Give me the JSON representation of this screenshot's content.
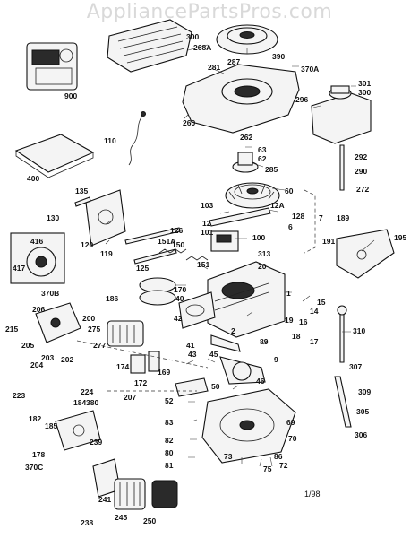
{
  "watermark": "AppliancePartsPros.com",
  "date_code": "1/98",
  "parts": [
    {
      "id": "p300",
      "label": "300"
    },
    {
      "id": "p268a",
      "label": "268A"
    },
    {
      "id": "p287",
      "label": "287"
    },
    {
      "id": "p390",
      "label": "390"
    },
    {
      "id": "p281",
      "label": "281"
    },
    {
      "id": "p370a",
      "label": "370A"
    },
    {
      "id": "p301",
      "label": "301"
    },
    {
      "id": "p300b",
      "label": "300"
    },
    {
      "id": "p296",
      "label": "296"
    },
    {
      "id": "p900",
      "label": "900"
    },
    {
      "id": "p260",
      "label": "260"
    },
    {
      "id": "p262",
      "label": "262"
    },
    {
      "id": "p110",
      "label": "110"
    },
    {
      "id": "p63",
      "label": "63"
    },
    {
      "id": "p62",
      "label": "62"
    },
    {
      "id": "p285",
      "label": "285"
    },
    {
      "id": "p292",
      "label": "292"
    },
    {
      "id": "p290",
      "label": "290"
    },
    {
      "id": "p400",
      "label": "400"
    },
    {
      "id": "p272",
      "label": "272"
    },
    {
      "id": "p135",
      "label": "135"
    },
    {
      "id": "p60",
      "label": "60"
    },
    {
      "id": "p103",
      "label": "103"
    },
    {
      "id": "p12a",
      "label": "12A"
    },
    {
      "id": "p130",
      "label": "130"
    },
    {
      "id": "p7",
      "label": "7"
    },
    {
      "id": "p12",
      "label": "12"
    },
    {
      "id": "p128",
      "label": "128"
    },
    {
      "id": "p189",
      "label": "189"
    },
    {
      "id": "p126",
      "label": "126"
    },
    {
      "id": "p101",
      "label": "101"
    },
    {
      "id": "p6",
      "label": "6"
    },
    {
      "id": "p120",
      "label": "120"
    },
    {
      "id": "p119",
      "label": "119"
    },
    {
      "id": "p151a",
      "label": "151A"
    },
    {
      "id": "p100",
      "label": "100"
    },
    {
      "id": "p195",
      "label": "195"
    },
    {
      "id": "p191",
      "label": "191"
    },
    {
      "id": "p416",
      "label": "416"
    },
    {
      "id": "p150",
      "label": "150"
    },
    {
      "id": "p313",
      "label": "313"
    },
    {
      "id": "p417",
      "label": "417"
    },
    {
      "id": "p125",
      "label": "125"
    },
    {
      "id": "p151",
      "label": "151"
    },
    {
      "id": "p20",
      "label": "20"
    },
    {
      "id": "p370b",
      "label": "370B"
    },
    {
      "id": "p186",
      "label": "186"
    },
    {
      "id": "p170",
      "label": "170"
    },
    {
      "id": "p40",
      "label": "40"
    },
    {
      "id": "p1",
      "label": "1"
    },
    {
      "id": "p15",
      "label": "15"
    },
    {
      "id": "p206",
      "label": "206"
    },
    {
      "id": "p14",
      "label": "14"
    },
    {
      "id": "p200",
      "label": "200"
    },
    {
      "id": "p42",
      "label": "42"
    },
    {
      "id": "p19",
      "label": "19"
    },
    {
      "id": "p16",
      "label": "16"
    },
    {
      "id": "p215",
      "label": "215"
    },
    {
      "id": "p275",
      "label": "275"
    },
    {
      "id": "p2",
      "label": "2"
    },
    {
      "id": "p310",
      "label": "310"
    },
    {
      "id": "p205",
      "label": "205"
    },
    {
      "id": "p89",
      "label": "89"
    },
    {
      "id": "p18",
      "label": "18"
    },
    {
      "id": "p17",
      "label": "17"
    },
    {
      "id": "p41",
      "label": "41"
    },
    {
      "id": "p277",
      "label": "277"
    },
    {
      "id": "p204",
      "label": "204"
    },
    {
      "id": "p203",
      "label": "203"
    },
    {
      "id": "p202",
      "label": "202"
    },
    {
      "id": "p43",
      "label": "43"
    },
    {
      "id": "p45",
      "label": "45"
    },
    {
      "id": "p9",
      "label": "9"
    },
    {
      "id": "p174",
      "label": "174"
    },
    {
      "id": "p172",
      "label": "172"
    },
    {
      "id": "p169",
      "label": "169"
    },
    {
      "id": "p307",
      "label": "307"
    },
    {
      "id": "p50",
      "label": "50"
    },
    {
      "id": "p46",
      "label": "46"
    },
    {
      "id": "p207",
      "label": "207"
    },
    {
      "id": "p223",
      "label": "223"
    },
    {
      "id": "p224",
      "label": "224"
    },
    {
      "id": "p184",
      "label": "184"
    },
    {
      "id": "p380",
      "label": "380"
    },
    {
      "id": "p52",
      "label": "52"
    },
    {
      "id": "p309",
      "label": "309"
    },
    {
      "id": "p182",
      "label": "182"
    },
    {
      "id": "p185",
      "label": "185"
    },
    {
      "id": "p305",
      "label": "305"
    },
    {
      "id": "p69",
      "label": "69"
    },
    {
      "id": "p83",
      "label": "83"
    },
    {
      "id": "p239",
      "label": "239"
    },
    {
      "id": "p70",
      "label": "70"
    },
    {
      "id": "p178",
      "label": "178"
    },
    {
      "id": "p82",
      "label": "82"
    },
    {
      "id": "p306",
      "label": "306"
    },
    {
      "id": "p80",
      "label": "80"
    },
    {
      "id": "p370c",
      "label": "370C"
    },
    {
      "id": "p81",
      "label": "81"
    },
    {
      "id": "p73",
      "label": "73"
    },
    {
      "id": "p86",
      "label": "86"
    },
    {
      "id": "p75",
      "label": "75"
    },
    {
      "id": "p72",
      "label": "72"
    },
    {
      "id": "p241",
      "label": "241"
    },
    {
      "id": "p238",
      "label": "238"
    },
    {
      "id": "p245",
      "label": "245"
    },
    {
      "id": "p250",
      "label": "250"
    }
  ],
  "part_labels": {
    "p300": "300",
    "p268a": "268A",
    "p287": "287",
    "p390": "390",
    "p281": "281",
    "p370a": "370A",
    "p301": "301",
    "p300b": "300",
    "p296": "296",
    "p900": "900",
    "p260": "260",
    "p262": "262",
    "p110": "110",
    "p63": "63",
    "p62": "62",
    "p285": "285",
    "p292": "292",
    "p290": "290",
    "p400": "400",
    "p272": "272",
    "p135": "135",
    "p60": "60",
    "p103": "103",
    "p12a": "12A",
    "p130": "130",
    "p7": "7",
    "p12": "12",
    "p128": "128",
    "p189": "189",
    "p126": "126",
    "p101": "101",
    "p6": "6",
    "p120": "120",
    "p119": "119",
    "p151a": "151A",
    "p100": "100",
    "p195": "195",
    "p191": "191",
    "p416": "416",
    "p150": "150",
    "p313": "313",
    "p417": "417",
    "p125": "125",
    "p151": "151",
    "p20": "20",
    "p370b": "370B",
    "p186": "186",
    "p170": "170",
    "p40": "40",
    "p1": "1",
    "p15": "15",
    "p206": "206",
    "p14": "14",
    "p200": "200",
    "p42": "42",
    "p19": "19",
    "p16": "16",
    "p215": "215",
    "p275": "275",
    "p2": "2",
    "p310": "310",
    "p205": "205",
    "p89": "89",
    "p18": "18",
    "p17": "17",
    "p41": "41",
    "p277": "277",
    "p204": "204",
    "p203": "203",
    "p202": "202",
    "p43": "43",
    "p45": "45",
    "p9": "9",
    "p174": "174",
    "p172": "172",
    "p169": "169",
    "p307": "307",
    "p50": "50",
    "p46": "46",
    "p207": "207",
    "p223": "223",
    "p224": "224",
    "p184": "184",
    "p380": "380",
    "p52": "52",
    "p309": "309",
    "p182": "182",
    "p185": "185",
    "p305": "305",
    "p69": "69",
    "p83": "83",
    "p239": "239",
    "p70": "70",
    "p178": "178",
    "p82": "82",
    "p306": "306",
    "p80": "80",
    "p370c": "370C",
    "p81": "81",
    "p73": "73",
    "p86": "86",
    "p75": "75",
    "p72": "72",
    "p241": "241",
    "p238": "238",
    "p245": "245",
    "p250": "250"
  },
  "colors": {
    "line": "#111111",
    "fill": "#f4f4f4",
    "dark": "#2a2a2a",
    "watermark": "#d9d9d9"
  }
}
